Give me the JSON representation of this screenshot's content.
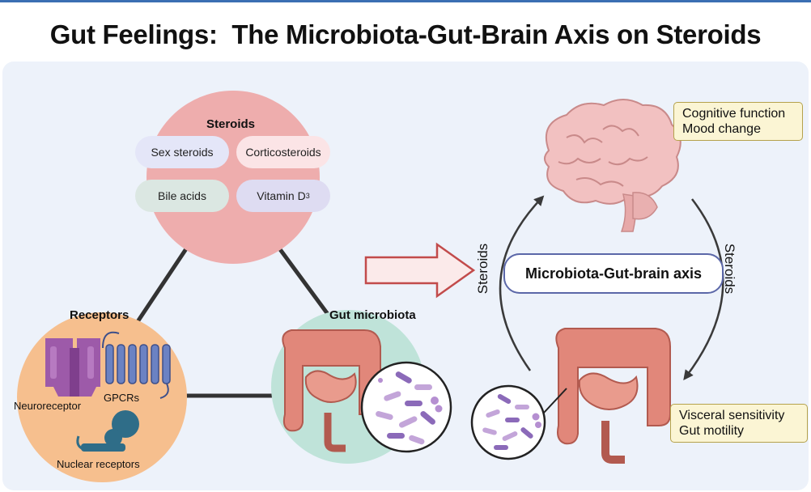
{
  "title": "Gut Feelings:  The Microbiota-Gut-Brain Axis on Steroids",
  "steroids": {
    "heading": "Steroids",
    "items": {
      "sex": "Sex steroids",
      "cortico": "Corticosteroids",
      "bile": "Bile acids",
      "vitamin": "Vitamin D",
      "vitamin_sub": "3"
    }
  },
  "receptors": {
    "heading": "Receptors",
    "neuro": "Neuroreceptor",
    "gpcr": "GPCRs",
    "nuclear": "Nuclear receptors"
  },
  "microbiota": {
    "heading": "Gut microbiota"
  },
  "axis": {
    "center": "Microbiota-Gut-brain axis",
    "left_arrow": "Steroids",
    "right_arrow": "Steroids",
    "brain_effects": [
      "Cognitive function",
      "Mood change"
    ],
    "gut_effects": [
      "Visceral sensitivity",
      "Gut motility"
    ]
  },
  "colors": {
    "steroid_circle": "#eeadad",
    "receptor_circle": "#f6bf8e",
    "microbiota_circle": "#bfe3d9",
    "note_bg": "#fbf5d4",
    "accent_rule": "#3b6fb3"
  }
}
